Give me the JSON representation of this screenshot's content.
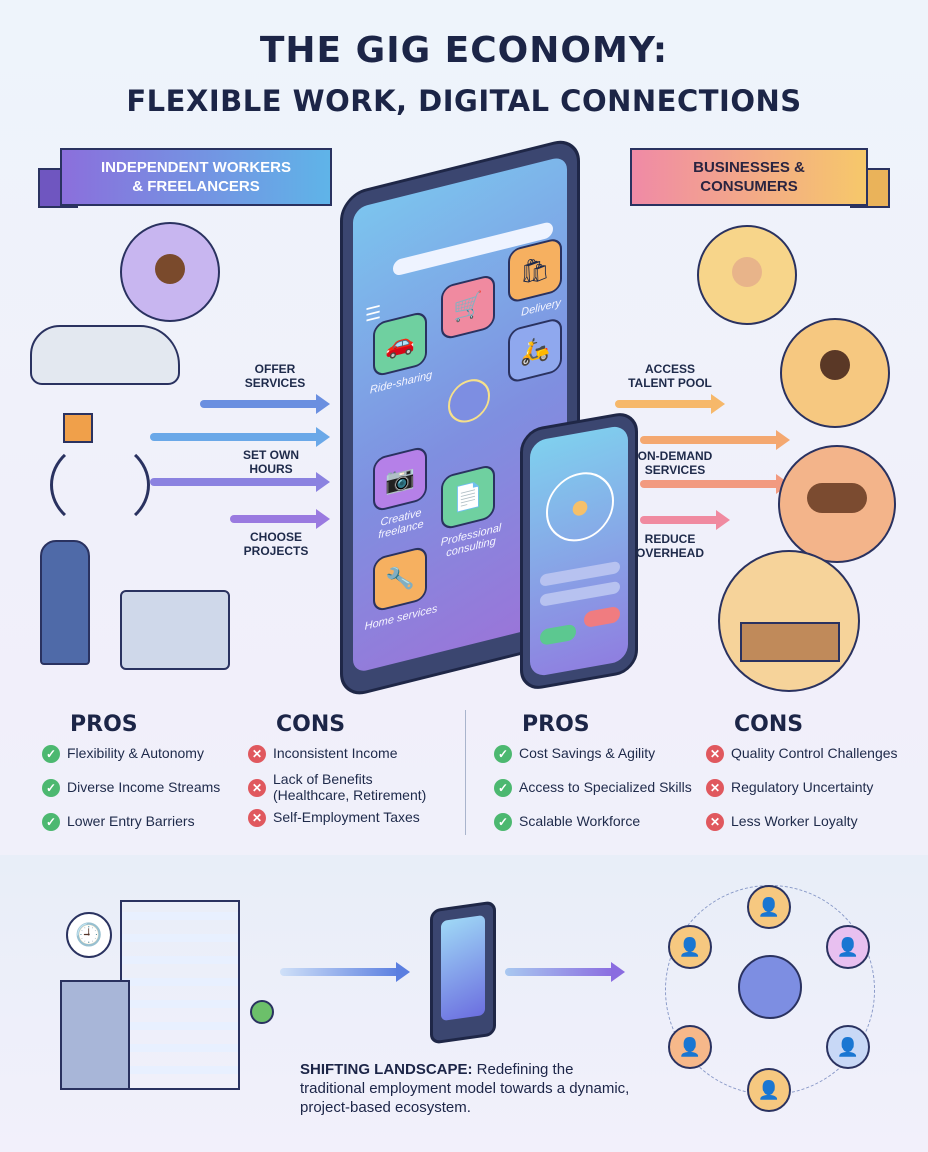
{
  "title": {
    "line1": "THE GIG ECONOMY:",
    "line2": "FLEXIBLE WORK, DIGITAL CONNECTIONS"
  },
  "left_banner": {
    "line1": "INDEPENDENT WORKERS",
    "line2": "& FREELANCERS"
  },
  "right_banner": {
    "line1": "BUSINESSES &",
    "line2": "CONSUMERS"
  },
  "left_flows": [
    {
      "line1": "OFFER",
      "line2": "SERVICES"
    },
    {
      "line1": "SET OWN",
      "line2": "HOURS"
    },
    {
      "line1": "CHOOSE",
      "line2": "PROJECTS"
    }
  ],
  "right_flows": [
    {
      "line1": "ACCESS",
      "line2": "TALENT POOL"
    },
    {
      "line1": "ON-DEMAND",
      "line2": "SERVICES"
    },
    {
      "line1": "REDUCE",
      "line2": "OVERHEAD"
    }
  ],
  "tablet_apps": [
    {
      "label": "Ride-sharing",
      "icon": "car-icon"
    },
    {
      "label": "",
      "icon": "cart-icon"
    },
    {
      "label": "Delivery",
      "icon": "grocery-bag-icon"
    },
    {
      "label": "",
      "icon": "scooter-icon"
    },
    {
      "label": "Creative freelance",
      "icon": "camera-icon"
    },
    {
      "label": "Professional consulting",
      "icon": "document-icon"
    },
    {
      "label": "Home services",
      "icon": "tools-icon"
    }
  ],
  "workers": {
    "pros_heading": "PROS",
    "pros": [
      "Flexibility & Autonomy",
      "Diverse Income Streams",
      "Lower Entry Barriers"
    ],
    "cons_heading": "CONS",
    "cons": [
      "Inconsistent Income",
      "Lack of Benefits (Healthcare, Retirement)",
      "Self-Employment Taxes"
    ]
  },
  "businesses": {
    "pros_heading": "PROS",
    "pros": [
      "Cost Savings & Agility",
      "Access to Specialized Skills",
      "Scalable Workforce"
    ],
    "cons_heading": "CONS",
    "cons": [
      "Quality Control Challenges",
      "Regulatory Uncertainty",
      "Less Worker Loyalty"
    ]
  },
  "caption": {
    "bold": "SHIFTING LANDSCAPE:",
    "text": " Redefining the traditional employment model towards a dynamic, project-based ecosystem."
  },
  "colors": {
    "navy": "#1c2547",
    "check": "#4cb870",
    "cross": "#e0585e",
    "purple": "#8b6fdc",
    "blue": "#5fb4e8",
    "pink": "#f08aa6",
    "yellow": "#f6c86a"
  }
}
